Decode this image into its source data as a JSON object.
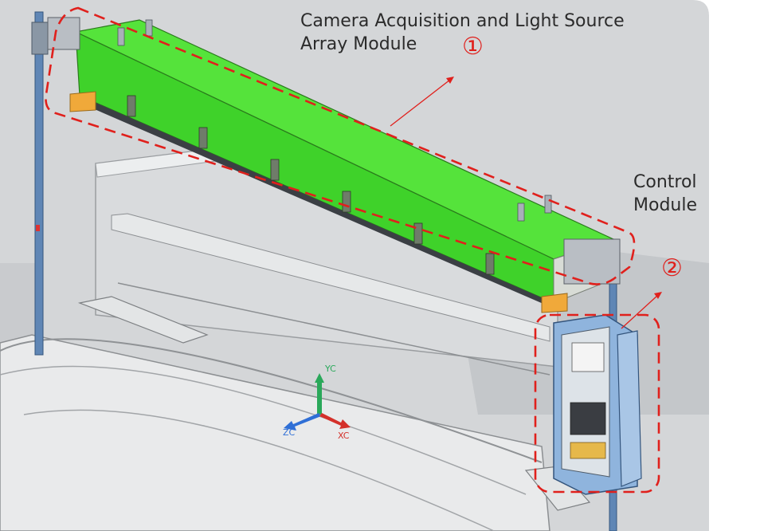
{
  "annotations": {
    "module1": {
      "line1": "Camera Acquisition and Light Source",
      "line2": "Array Module",
      "number": "①"
    },
    "module2": {
      "line1": "Control",
      "line2": "Module",
      "number": "②"
    }
  },
  "axes": {
    "yc": "YC",
    "zc": "ZC",
    "xc": "XC"
  },
  "colors": {
    "module_green": "#3fd22a",
    "callout_red": "#e0201c",
    "cabinet_blue": "#8fb4dd",
    "background_gray": "#d2d4d6"
  }
}
